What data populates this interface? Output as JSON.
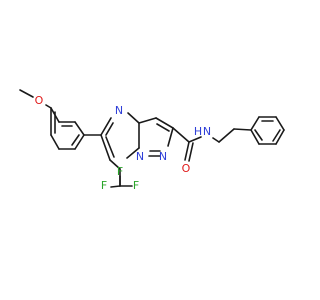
{
  "diagram": {
    "type": "chemical-structure",
    "colors": {
      "bond": "#1a1a1a",
      "carbon": "#1a1a1a",
      "nitrogen": "#2f3fd8",
      "oxygen": "#e01b1b",
      "fluorine": "#2aa52a"
    },
    "labels": {
      "methoxy_o": "O",
      "ring_n_top": "N",
      "ring_n_bottom_left": "N",
      "ring_n_bottom_right": "N",
      "amide_n": "N",
      "amide_h": "H",
      "carbonyl_o": "O",
      "f_left": "F",
      "f_top": "F",
      "f_right": "F"
    }
  }
}
